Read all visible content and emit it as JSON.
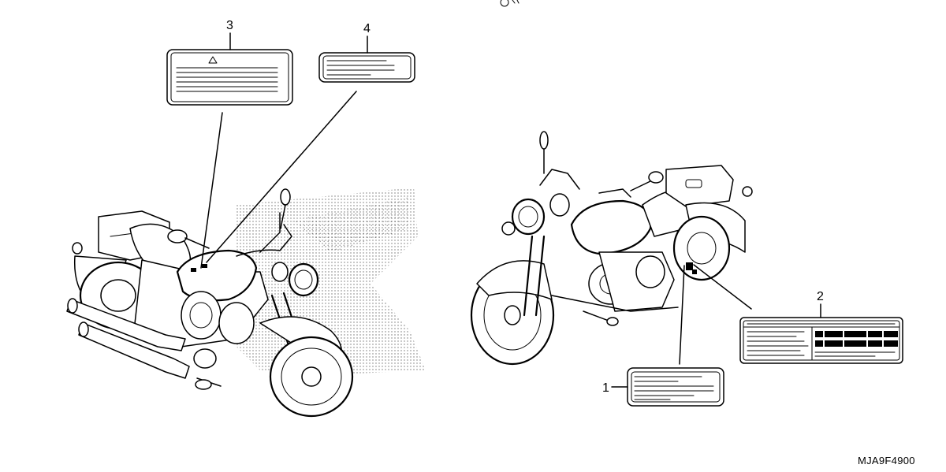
{
  "callouts": {
    "c1": "1",
    "c2": "2",
    "c3": "3",
    "c4": "4"
  },
  "diagram_code": "MJA9F4900",
  "label_icons": {
    "warning": "warning-triangle-icon"
  }
}
